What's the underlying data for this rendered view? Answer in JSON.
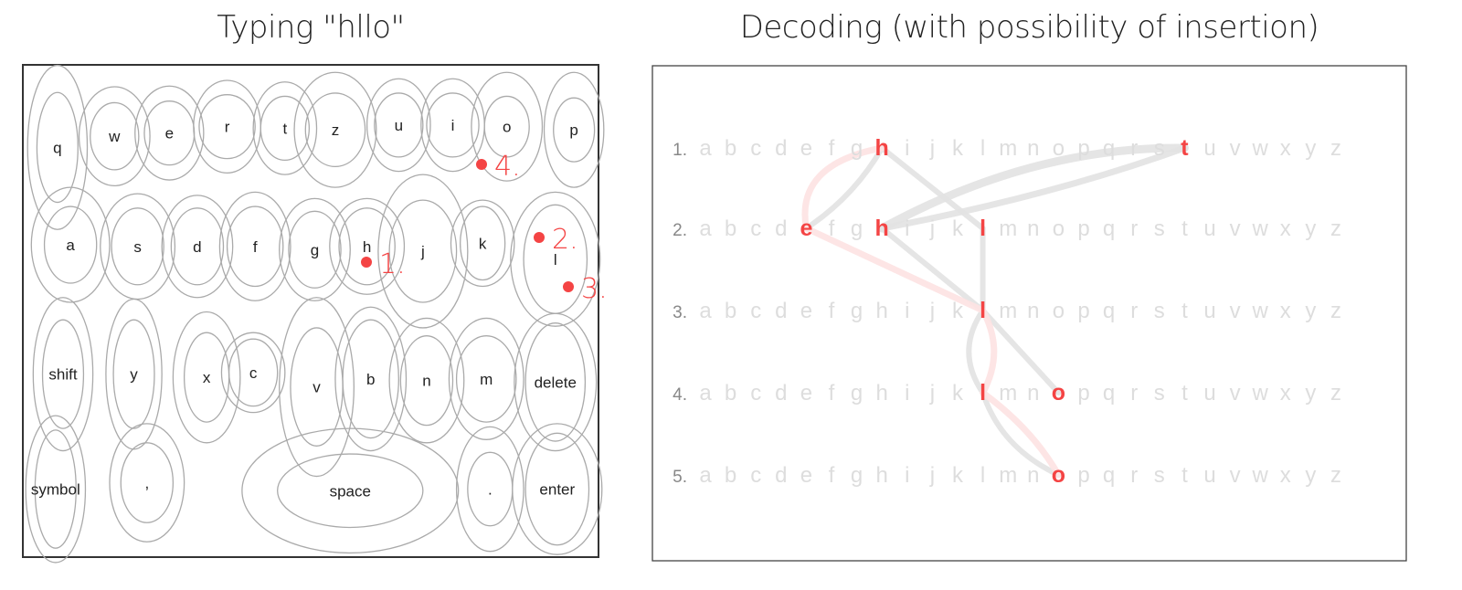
{
  "left_panel": {
    "title": "Typing \"hllo\"",
    "keys": [
      "q",
      "w",
      "e",
      "r",
      "t",
      "z",
      "u",
      "i",
      "o",
      "p",
      "a",
      "s",
      "d",
      "f",
      "g",
      "h",
      "j",
      "k",
      "l",
      "shift",
      "y",
      "x",
      "c",
      "v",
      "b",
      "n",
      "m",
      "delete",
      "symbol",
      ",",
      "space",
      ".",
      "enter"
    ],
    "touch_points": [
      "1.",
      "2.",
      "3.",
      "4."
    ]
  },
  "right_panel": {
    "title": "Decoding (with possibility of insertion)",
    "alphabet": "abcdefghijklmnopqrstuvwxyz",
    "rows": [
      {
        "label": "1.",
        "highlighted": [
          "h",
          "t"
        ]
      },
      {
        "label": "2.",
        "highlighted": [
          "e",
          "h",
          "l"
        ]
      },
      {
        "label": "3.",
        "highlighted": [
          "l"
        ]
      },
      {
        "label": "4.",
        "highlighted": [
          "l",
          "o"
        ]
      },
      {
        "label": "5.",
        "highlighted": [
          "o"
        ]
      }
    ],
    "edges": [
      {
        "from": [
          1,
          "h"
        ],
        "to": [
          2,
          "e"
        ],
        "kind": "candidate"
      },
      {
        "from": [
          1,
          "h"
        ],
        "to": [
          2,
          "l"
        ],
        "kind": "candidate"
      },
      {
        "from": [
          1,
          "t"
        ],
        "to": [
          2,
          "h"
        ],
        "kind": "candidate"
      },
      {
        "from": [
          1,
          "t"
        ],
        "to": [
          2,
          "h"
        ],
        "kind": "candidate"
      },
      {
        "from": [
          2,
          "h"
        ],
        "to": [
          3,
          "l"
        ],
        "kind": "candidate"
      },
      {
        "from": [
          2,
          "l"
        ],
        "to": [
          3,
          "l"
        ],
        "kind": "candidate"
      },
      {
        "from": [
          3,
          "l"
        ],
        "to": [
          4,
          "o"
        ],
        "kind": "candidate"
      },
      {
        "from": [
          3,
          "l"
        ],
        "to": [
          4,
          "l"
        ],
        "kind": "candidate"
      },
      {
        "from": [
          4,
          "l"
        ],
        "to": [
          5,
          "o"
        ],
        "kind": "candidate"
      },
      {
        "from": [
          1,
          "h"
        ],
        "to": [
          2,
          "e"
        ],
        "kind": "best"
      },
      {
        "from": [
          2,
          "e"
        ],
        "to": [
          3,
          "l"
        ],
        "kind": "best"
      },
      {
        "from": [
          3,
          "l"
        ],
        "to": [
          4,
          "l"
        ],
        "kind": "best"
      },
      {
        "from": [
          4,
          "l"
        ],
        "to": [
          5,
          "o"
        ],
        "kind": "best"
      }
    ]
  },
  "colors": {
    "accent": "#f44444",
    "best_path": "#fde2e2",
    "candidate": "#e2e2e2",
    "faded_letter": "#dddddd",
    "key_outline": "#aaaaaa"
  }
}
